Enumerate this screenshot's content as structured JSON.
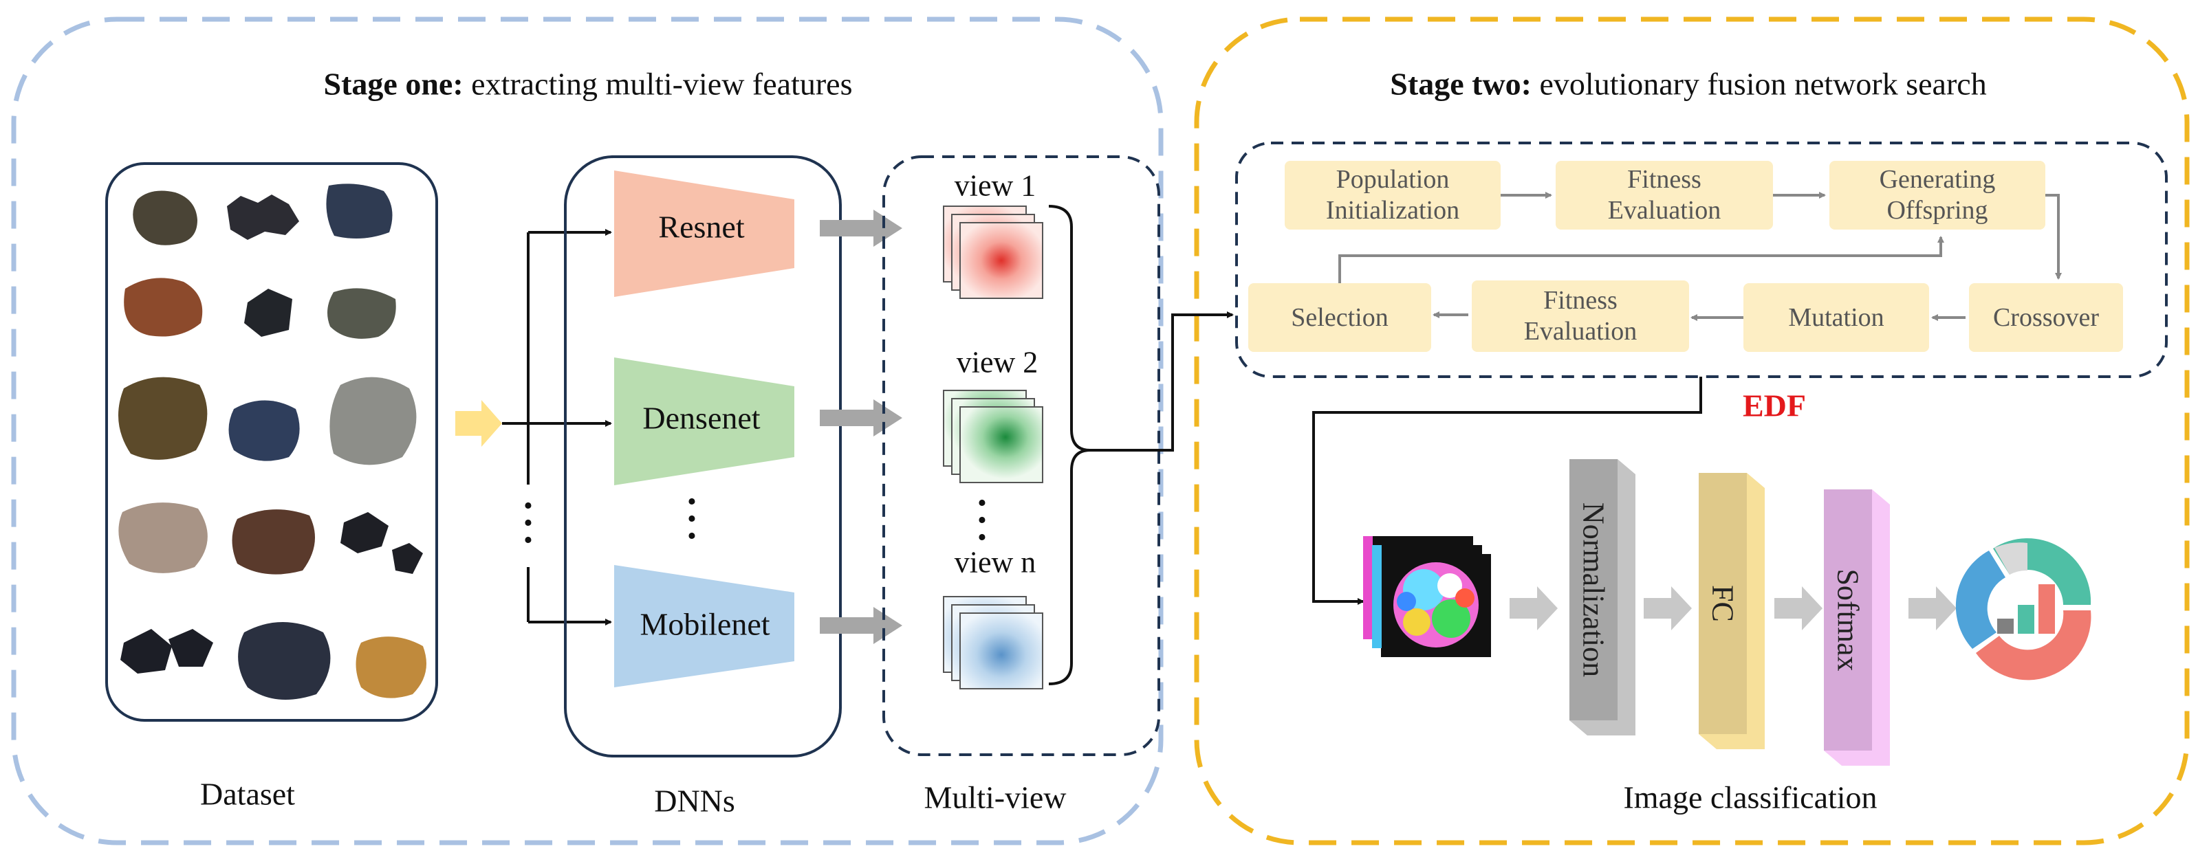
{
  "stage_one": {
    "title_bold": "Stage one:",
    "title_rest": " extracting multi-view features",
    "dataset_label": "Dataset",
    "dnns_label": "DNNs",
    "multiview_label": "Multi-view",
    "networks": [
      "Resnet",
      "Densenet",
      "Mobilenet"
    ],
    "views": [
      "view 1",
      "view 2",
      "view n"
    ]
  },
  "stage_two": {
    "title_bold": "Stage two:",
    "title_rest": " evolutionary fusion network search",
    "edf_label": "EDF",
    "evolution_steps": {
      "population_init": "Population\nInitialization",
      "fitness_eval_1": "Fitness\nEvaluation",
      "generating_offspring": "Generating\nOffspring",
      "crossover": "Crossover",
      "mutation": "Mutation",
      "fitness_eval_2": "Fitness\nEvaluation",
      "selection": "Selection"
    },
    "layers": [
      "Normalization",
      "FC",
      "Softmax"
    ],
    "classification_label": "Image classification"
  },
  "colors": {
    "stage_one_border": "#a9c1e2",
    "stage_two_border": "#f0b622",
    "resnet": "#f8c1ab",
    "densenet": "#b9ddb0",
    "mobilenet": "#b3d2ec",
    "evo_box": "#fdeec4",
    "edf": "#e4191c",
    "normalization": "#a6a6a6",
    "fc": "#dfc98a",
    "softmax": "#d6a9d8"
  }
}
